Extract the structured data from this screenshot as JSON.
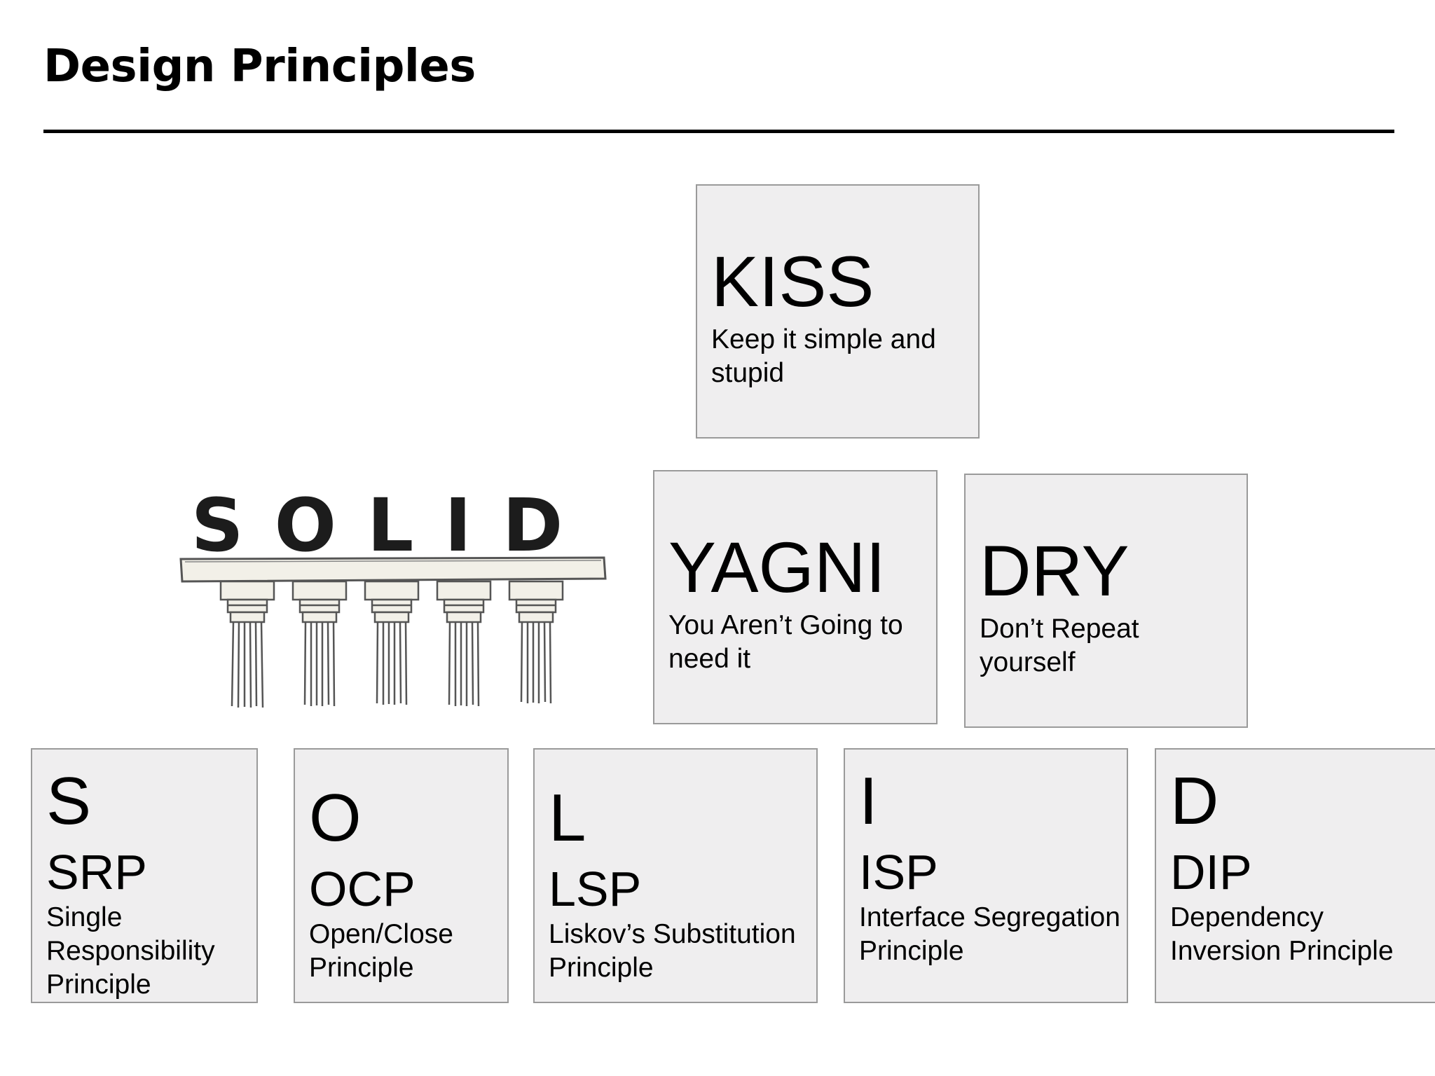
{
  "page": {
    "title": "Design Principles"
  },
  "illustration": {
    "text": "SOLID",
    "icon": "pillars-icon"
  },
  "principles_top": [
    {
      "id": "kiss",
      "acronym": "KISS",
      "description": "Keep it simple and stupid"
    },
    {
      "id": "yagni",
      "acronym": "YAGNI",
      "description": "You Aren’t Going to need it"
    },
    {
      "id": "dry",
      "acronym": "DRY",
      "description": "Don’t Repeat yourself"
    }
  ],
  "solid": [
    {
      "letter": "S",
      "acronym": "SRP",
      "description": "Single Responsibility Principle"
    },
    {
      "letter": "O",
      "acronym": "OCP",
      "description": "Open/Close Principle"
    },
    {
      "letter": "L",
      "acronym": "LSP",
      "description": "Liskov’s Substitution Principle"
    },
    {
      "letter": "I",
      "acronym": "ISP",
      "description": "Interface Segregation Principle"
    },
    {
      "letter": "D",
      "acronym": "DIP",
      "description": "Dependency Inversion Principle"
    }
  ],
  "colors": {
    "box_fill": "#efeeef",
    "box_border": "#9a9a9a",
    "text": "#000000"
  }
}
